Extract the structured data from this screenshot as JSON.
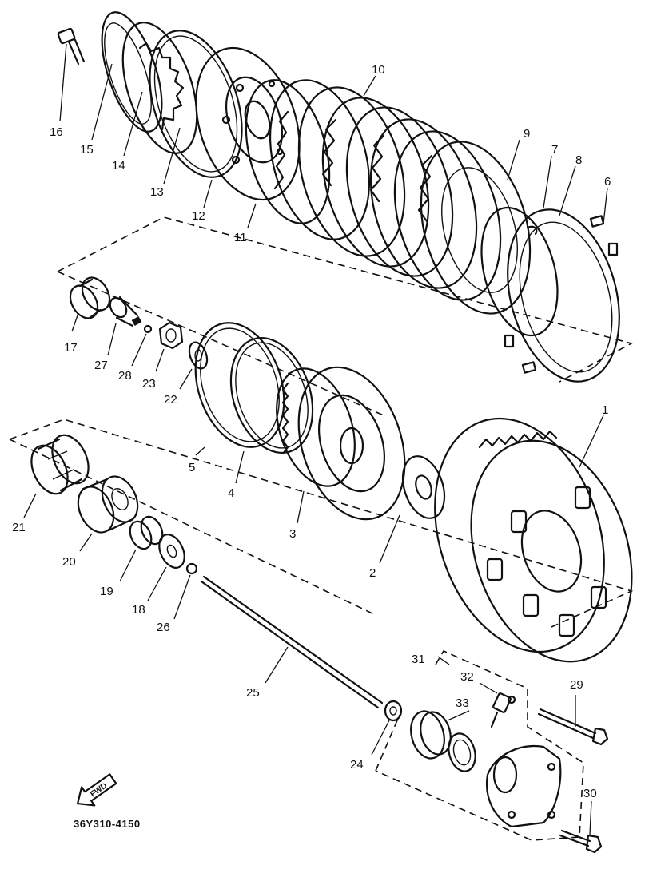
{
  "diagram": {
    "part_code": "36Y310-4150",
    "direction_label": "FWD",
    "callouts": [
      "1",
      "2",
      "3",
      "4",
      "5",
      "6",
      "7",
      "8",
      "9",
      "10",
      "11",
      "12",
      "13",
      "14",
      "15",
      "16",
      "17",
      "18",
      "19",
      "20",
      "21",
      "22",
      "23",
      "24",
      "25",
      "26",
      "27",
      "28",
      "29",
      "30",
      "31",
      "32",
      "33"
    ]
  }
}
